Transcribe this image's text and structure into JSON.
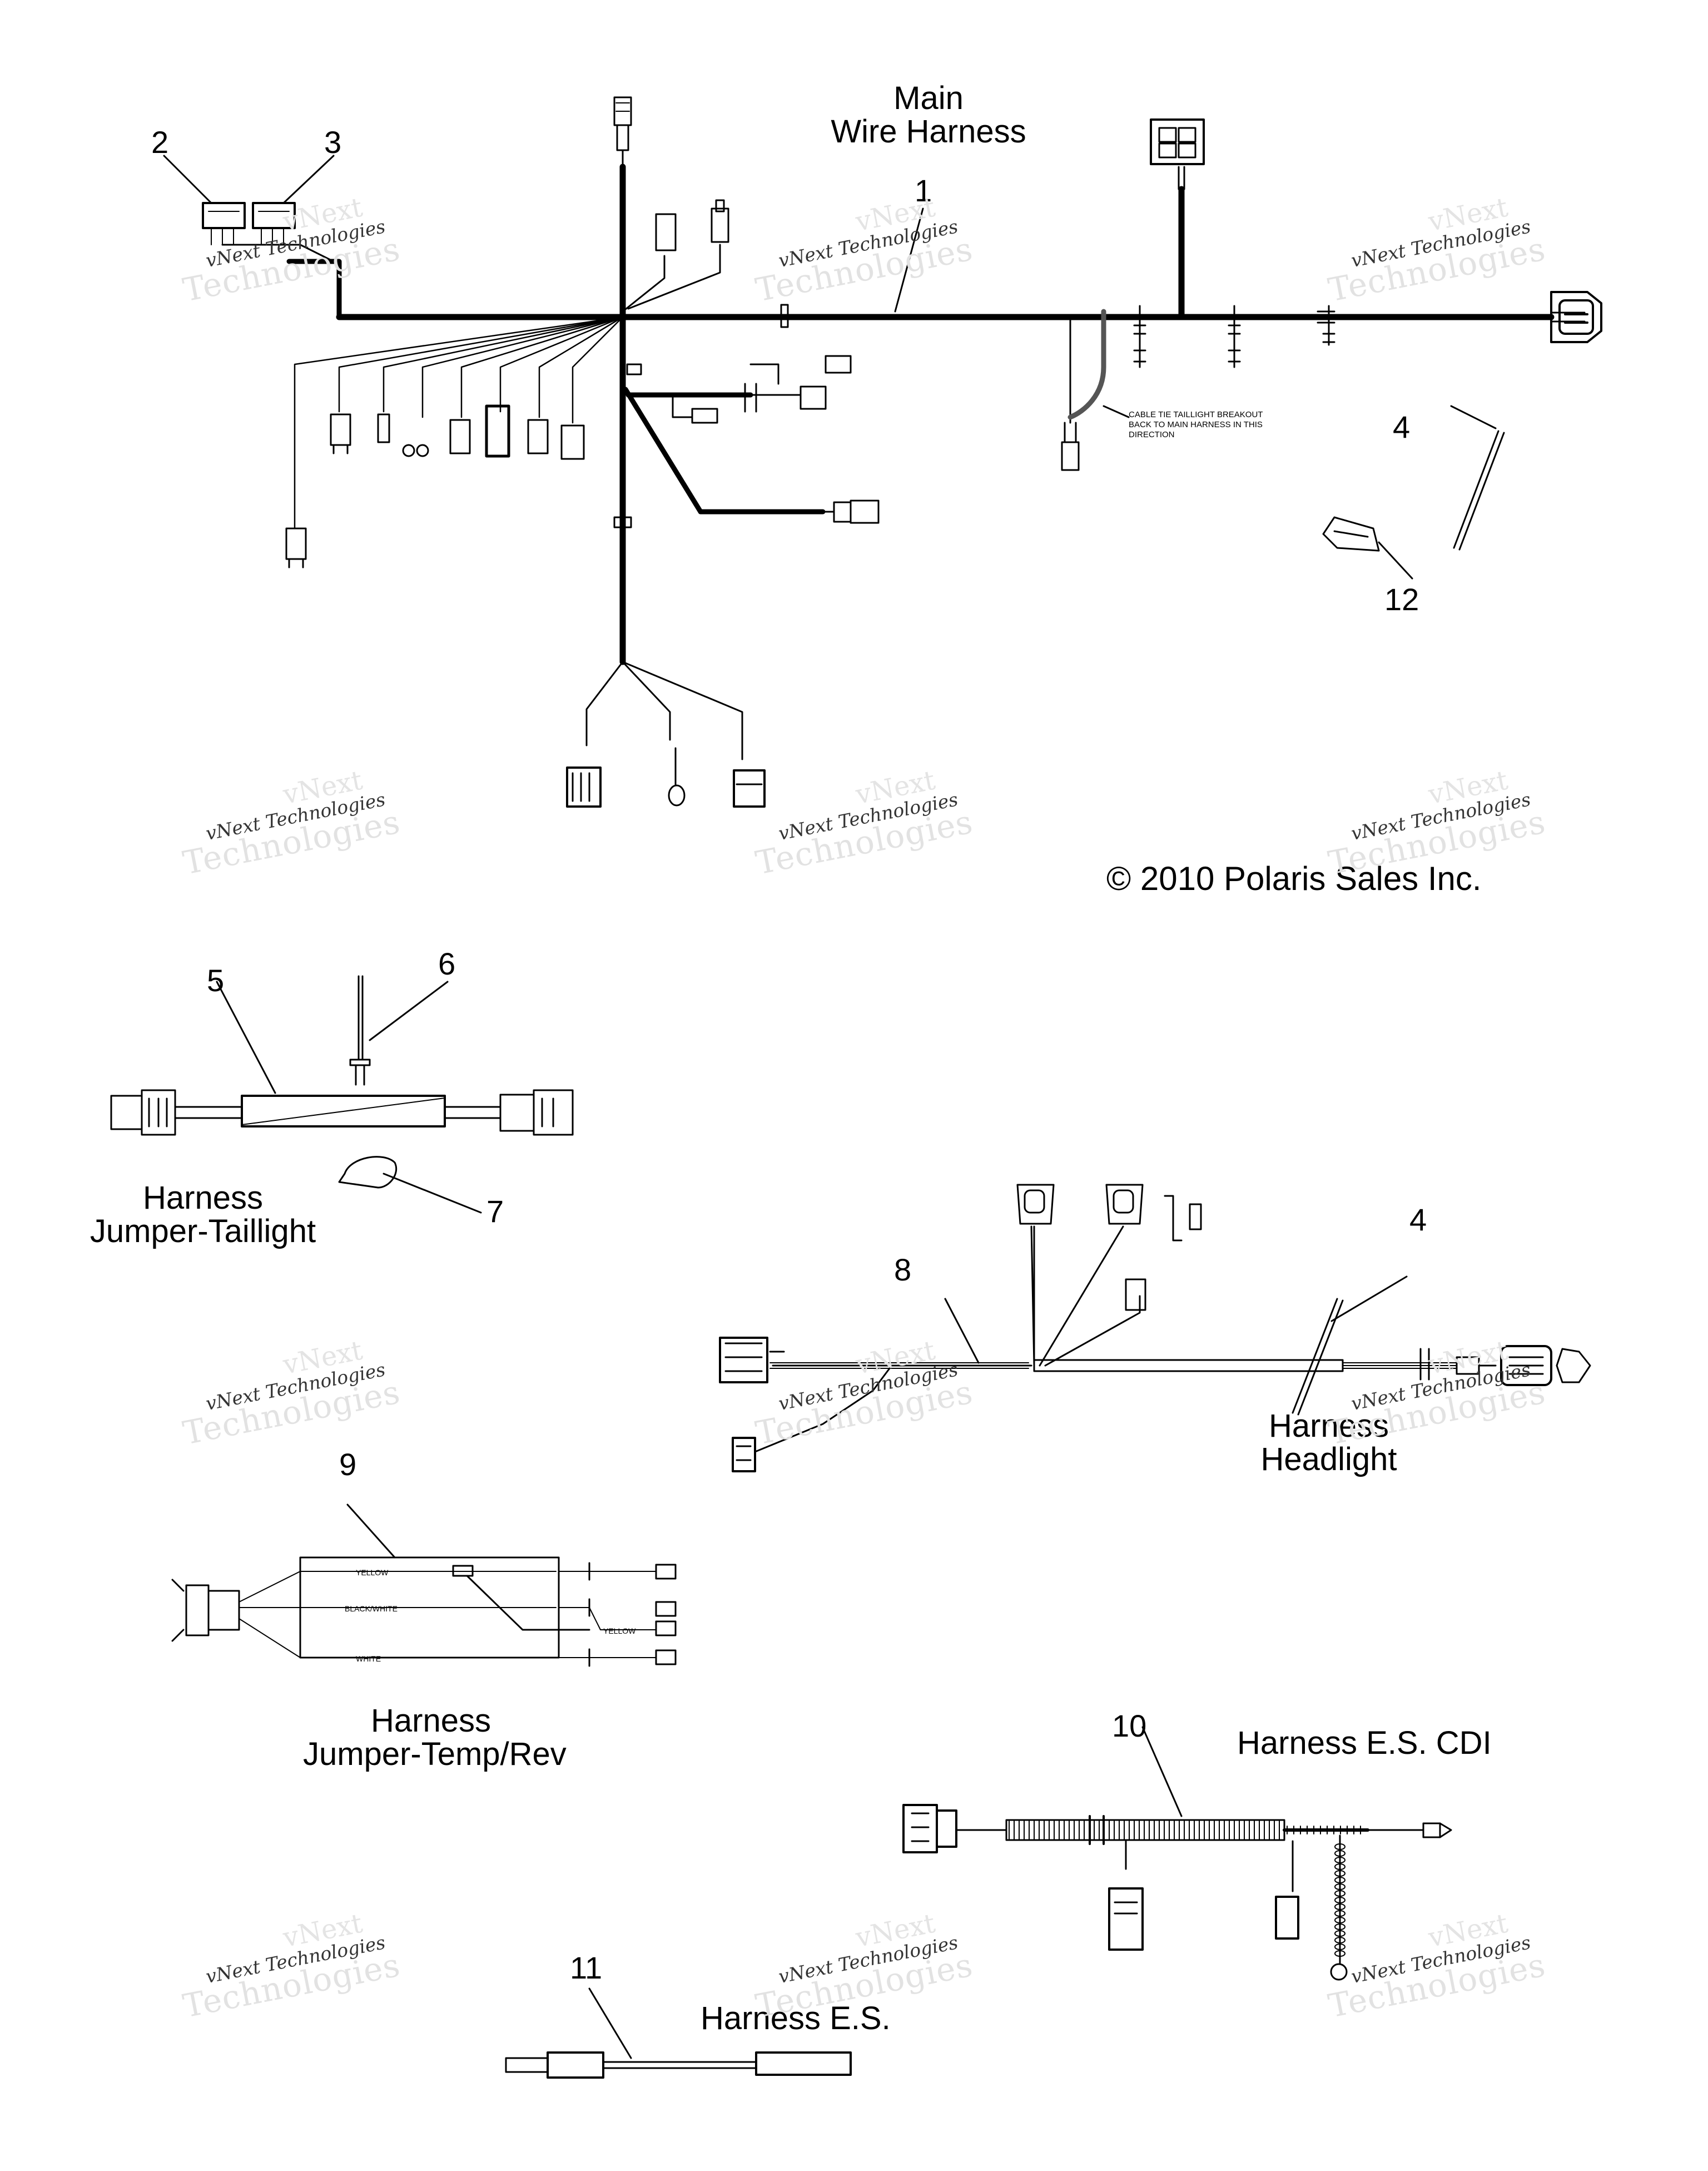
{
  "titles": {
    "main_harness": [
      "Main",
      "Wire Harness"
    ],
    "copyright": "© 2010 Polaris Sales Inc.",
    "taillight": [
      "Harness",
      "Jumper-Taillight"
    ],
    "headlight": [
      "Harness",
      "Headlight"
    ],
    "temp_rev": [
      "Harness",
      "Jumper-Temp/Rev"
    ],
    "es_cdi": "Harness E.S. CDI",
    "es": "Harness E.S."
  },
  "callouts": {
    "n1": "1",
    "n2": "2",
    "n3": "3",
    "n4a": "4",
    "n4b": "4",
    "n5": "5",
    "n6": "6",
    "n7": "7",
    "n8": "8",
    "n9": "9",
    "n10": "10",
    "n11": "11",
    "n12": "12"
  },
  "notes": {
    "cable_tie": [
      "CABLE TIE TAILLIGHT BREAKOUT",
      "BACK TO MAIN HARNESS IN THIS",
      "DIRECTION"
    ],
    "wire_colors": [
      "YELLOW",
      "BLACK/WHITE",
      "YELLOW",
      "WHITE"
    ]
  },
  "watermark": {
    "line1": "vNext",
    "line2": "vNext Technologies",
    "line3": "Technologies"
  }
}
